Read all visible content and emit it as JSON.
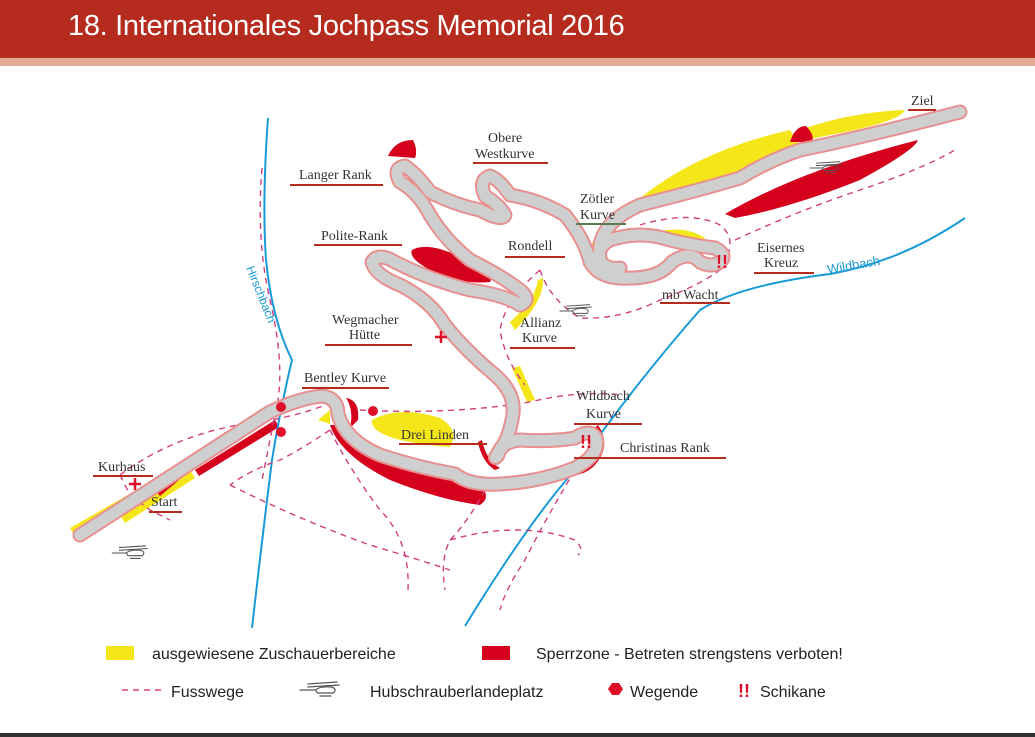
{
  "header": {
    "title": "18. Internationales Jochpass Memorial 2016"
  },
  "colors": {
    "header": "#b52c1e",
    "spectator": "#f5e61a",
    "restricted": "#d5001c",
    "footpath": "#d04080",
    "river": "#1a9ad6",
    "road": "#cccccc"
  },
  "rivers": {
    "hirschbach": "Hirschbach",
    "wildbach": "Wildbach"
  },
  "labels": {
    "ziel": "Ziel",
    "langer_rank": "Langer Rank",
    "obere_1": "Obere",
    "obere_2": "Westkurve",
    "zoetler_1": "Zötler",
    "zoetler_2": "Kurve",
    "polite_rank": "Polite-Rank",
    "rondell": "Rondell",
    "eisernes_1": "Eisernes",
    "eisernes_2": "Kreuz",
    "mb_wacht": "mb Wacht",
    "wegmacher_1": "Wegmacher",
    "wegmacher_2": "Hütte",
    "allianz_1": "Allianz",
    "allianz_2": "Kurve",
    "bentley": "Bentley Kurve",
    "wildbach_1": "Wildbach",
    "wildbach_2": "Kurve",
    "drei_linden": "Drei Linden",
    "christinas": "Christinas Rank",
    "kurhaus": "Kurhaus",
    "start": "Start"
  },
  "legend": {
    "spectator": "ausgewiesene Zuschauerbereiche",
    "restricted": "Sperrzone - Betreten strengstens verboten!",
    "footpath": "Fusswege",
    "helipad": "Hubschrauberlandeplatz",
    "path_end": "Wegende",
    "chicane_symbol": "!!",
    "chicane": "Schikane"
  }
}
